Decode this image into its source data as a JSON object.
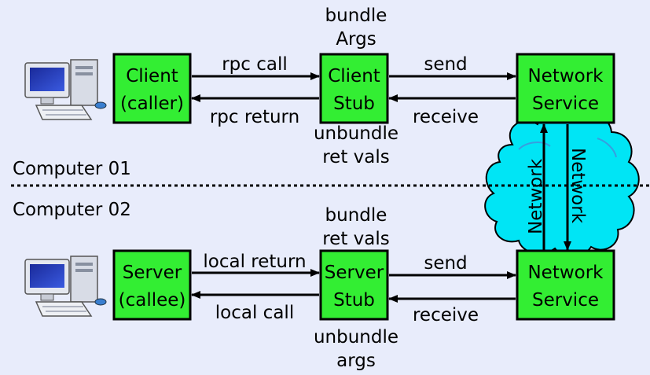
{
  "top": {
    "client_box": [
      "Client",
      "(caller)"
    ],
    "client_stub_box": [
      "Client",
      "Stub"
    ],
    "network_box": [
      "Network",
      "Service"
    ],
    "rpc_call": "rpc call",
    "rpc_return": "rpc return",
    "send": "send",
    "receive": "receive",
    "stub_above": [
      "bundle",
      "Args"
    ],
    "stub_below": [
      "unbundle",
      "ret vals"
    ]
  },
  "bottom": {
    "server_box": [
      "Server",
      "(callee)"
    ],
    "server_stub_box": [
      "Server",
      "Stub"
    ],
    "network_box": [
      "Network",
      "Service"
    ],
    "local_return": "local return",
    "local_call": "local call",
    "send": "send",
    "receive": "receive",
    "stub_above": [
      "bundle",
      "ret vals"
    ],
    "stub_below": [
      "unbundle",
      "args"
    ]
  },
  "divider": {
    "upper_label": "Computer 01",
    "lower_label": "Computer 02"
  },
  "cloud": {
    "left_label": "Network",
    "right_label": "Network"
  },
  "colors": {
    "background": "#e8ecfb",
    "box_fill": "#33ee33",
    "cloud_fill": "#00e5f5",
    "arrow": "#000000"
  },
  "icons": [
    "computer-icon",
    "computer-icon"
  ]
}
